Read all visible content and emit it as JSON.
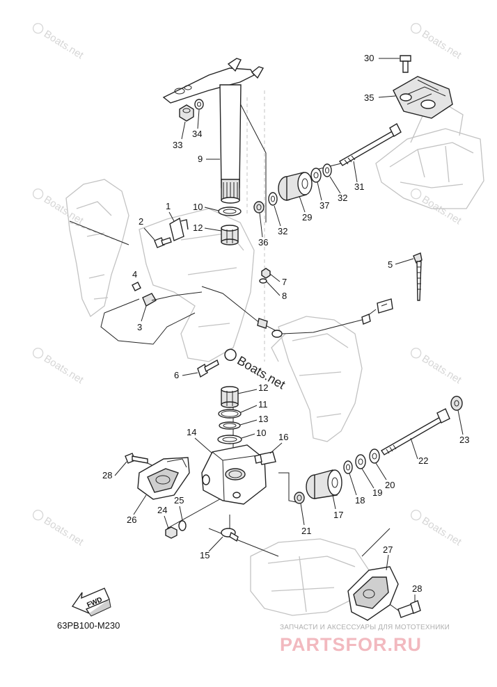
{
  "diagram": {
    "code": "63PB100-M230",
    "fwd_label": "FWD",
    "center_watermark": "Boats.net",
    "watermark_text": "Boats.net",
    "brand": {
      "subtitle": "ЗАПЧАСТИ И АКСЕССУАРЫ ДЛЯ МОТОТЕХНИКИ",
      "name": "PARTSFOR.RU"
    },
    "callouts": [
      "1",
      "2",
      "3",
      "4",
      "5",
      "6",
      "7",
      "8",
      "9",
      "10",
      "10",
      "11",
      "12",
      "12",
      "13",
      "14",
      "15",
      "16",
      "17",
      "18",
      "19",
      "20",
      "21",
      "22",
      "23",
      "24",
      "25",
      "26",
      "27",
      "28",
      "28",
      "29",
      "30",
      "31",
      "32",
      "32",
      "33",
      "34",
      "35",
      "36",
      "37"
    ]
  },
  "colors": {
    "line": "#222222",
    "ghost_line": "#c2c2c2",
    "watermark": "#d6d6d6",
    "brand_pink": "#f2b9bf"
  }
}
